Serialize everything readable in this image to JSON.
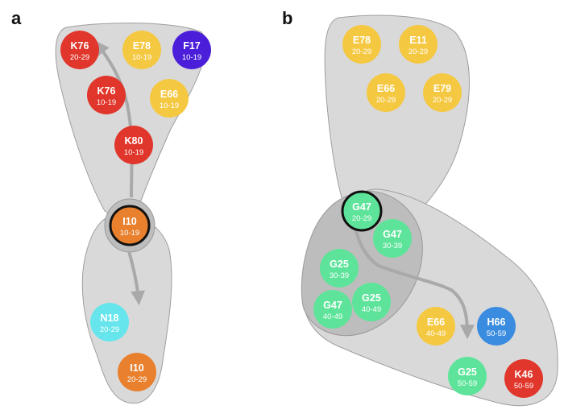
{
  "panels": [
    {
      "letter": "a",
      "nodes": [
        {
          "code": "K76",
          "range": "20-29",
          "color": "#e0362c"
        },
        {
          "code": "E78",
          "range": "10-19",
          "color": "#f5c842"
        },
        {
          "code": "F17",
          "range": "10-19",
          "color": "#4b1fd9"
        },
        {
          "code": "K76",
          "range": "10-19",
          "color": "#e0362c"
        },
        {
          "code": "E66",
          "range": "10-19",
          "color": "#f5c842"
        },
        {
          "code": "K80",
          "range": "10-19",
          "color": "#e0362c"
        },
        {
          "code": "I10",
          "range": "10-19",
          "color": "#e8802e",
          "highlighted": true
        },
        {
          "code": "N18",
          "range": "20-29",
          "color": "#66e6ec"
        },
        {
          "code": "I10",
          "range": "20-29",
          "color": "#e8802e"
        }
      ]
    },
    {
      "letter": "b",
      "nodes": [
        {
          "code": "E78",
          "range": "20-29",
          "color": "#f5c842"
        },
        {
          "code": "E11",
          "range": "20-29",
          "color": "#f5c842"
        },
        {
          "code": "E66",
          "range": "20-29",
          "color": "#f5c842"
        },
        {
          "code": "E79",
          "range": "20-29",
          "color": "#f5c842"
        },
        {
          "code": "G47",
          "range": "20-29",
          "color": "#5ee49a",
          "highlighted": true
        },
        {
          "code": "G47",
          "range": "30-39",
          "color": "#5ee49a"
        },
        {
          "code": "G25",
          "range": "30-39",
          "color": "#5ee49a"
        },
        {
          "code": "G25",
          "range": "40-49",
          "color": "#5ee49a"
        },
        {
          "code": "G47",
          "range": "40-49",
          "color": "#5ee49a"
        },
        {
          "code": "E66",
          "range": "40-49",
          "color": "#f5c842"
        },
        {
          "code": "H66",
          "range": "50-59",
          "color": "#3a8ce0"
        },
        {
          "code": "G25",
          "range": "50-59",
          "color": "#5ee49a"
        },
        {
          "code": "K46",
          "range": "50-59",
          "color": "#e0362c"
        }
      ]
    }
  ],
  "colors": {
    "region_fill": "#d9d9d9",
    "region_stroke": "#9e9e9e",
    "overlap_fill": "#bdbdbd",
    "arrow": "#a9a9a9",
    "highlight_ring": "#111111"
  }
}
